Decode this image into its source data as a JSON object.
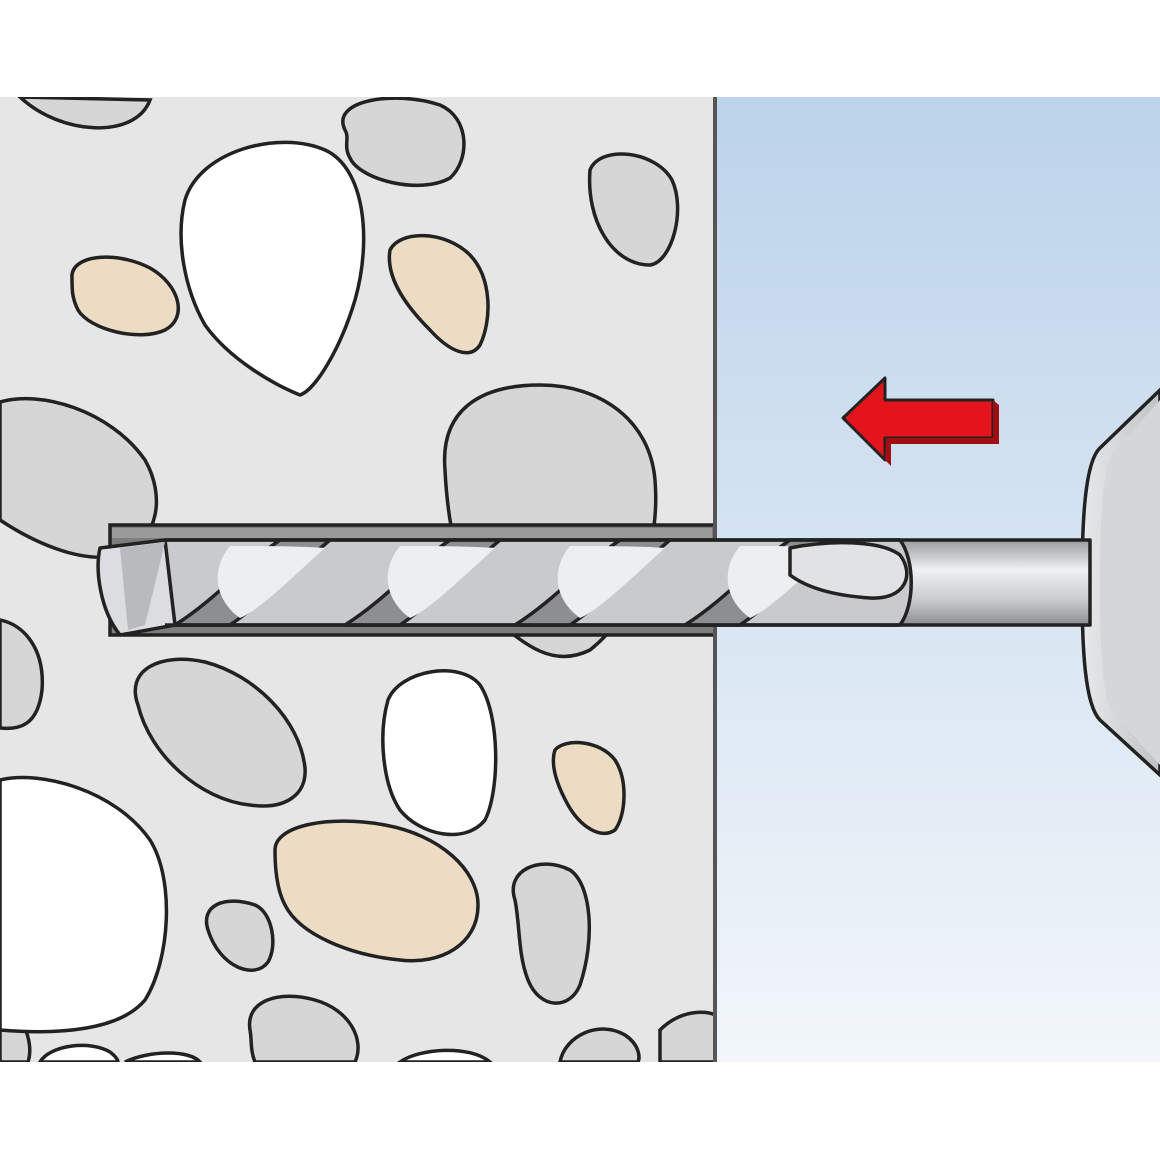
{
  "colors": {
    "background": "#ffffff",
    "concrete": "#e6e6e6",
    "stone_gray": "#d8d8d8",
    "stone_white": "#ffffff",
    "stone_beige": "#ecdcc4",
    "outline": "#222222",
    "hole": "#808080",
    "air_top": "#bcd3ea",
    "air_bottom": "#f2f6fa",
    "drill_light": "#e2e4e6",
    "drill_mid": "#c8cacd",
    "drill_dark": "#8c8e91",
    "arrow": "#e3141b"
  },
  "icons": {
    "direction_arrow": "arrow-left-icon"
  },
  "scene": {
    "stones_gray": 13,
    "stones_white": 6,
    "stones_beige": 4,
    "flute_twists": 5
  }
}
